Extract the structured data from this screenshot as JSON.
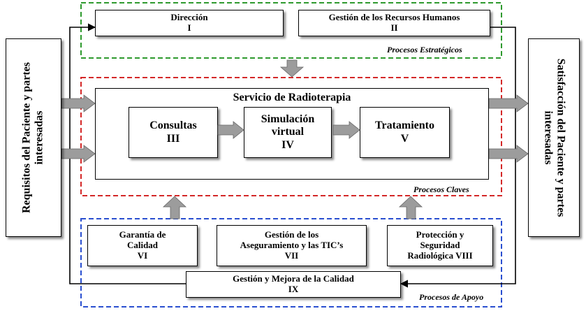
{
  "colors": {
    "estrategicos_border": "#2e9a2e",
    "claves_border": "#d42828",
    "apoyo_border": "#2a4fd0",
    "arrow_fill": "#9c9c9c",
    "line": "#000000"
  },
  "left_panel": {
    "line1": "Requisitos del Paciente y partes",
    "line2": "interesadas"
  },
  "right_panel": {
    "line1": "Satisfacción del Paciente y partes",
    "line2": "interesadas"
  },
  "groups": {
    "estrategicos": "Procesos Estratégicos",
    "claves": "Procesos Claves",
    "apoyo": "Procesos de Apoyo"
  },
  "processes": {
    "direccion": {
      "name": "Dirección",
      "num": "I"
    },
    "rrhh": {
      "name": "Gestión de los Recursos Humanos",
      "num": "II"
    },
    "servicio": {
      "title": "Servicio de Radioterapia"
    },
    "consultas": {
      "name": "Consultas",
      "num": "III"
    },
    "simulacion": {
      "name1": "Simulación",
      "name2": "virtual",
      "num": "IV"
    },
    "tratamiento": {
      "name": "Tratamiento",
      "num": "V"
    },
    "garantia": {
      "name1": "Garantía de",
      "name2": "Calidad",
      "num": "VI"
    },
    "aseguramiento": {
      "name1": "Gestión de los",
      "name2": "Aseguramiento y las TIC’s",
      "num": "VII"
    },
    "proteccion": {
      "name1": "Protección y",
      "name2": "Seguridad",
      "name3": "Radiológica VIII"
    },
    "mejora": {
      "name": "Gestión y Mejora de la Calidad",
      "num": "IX"
    }
  }
}
